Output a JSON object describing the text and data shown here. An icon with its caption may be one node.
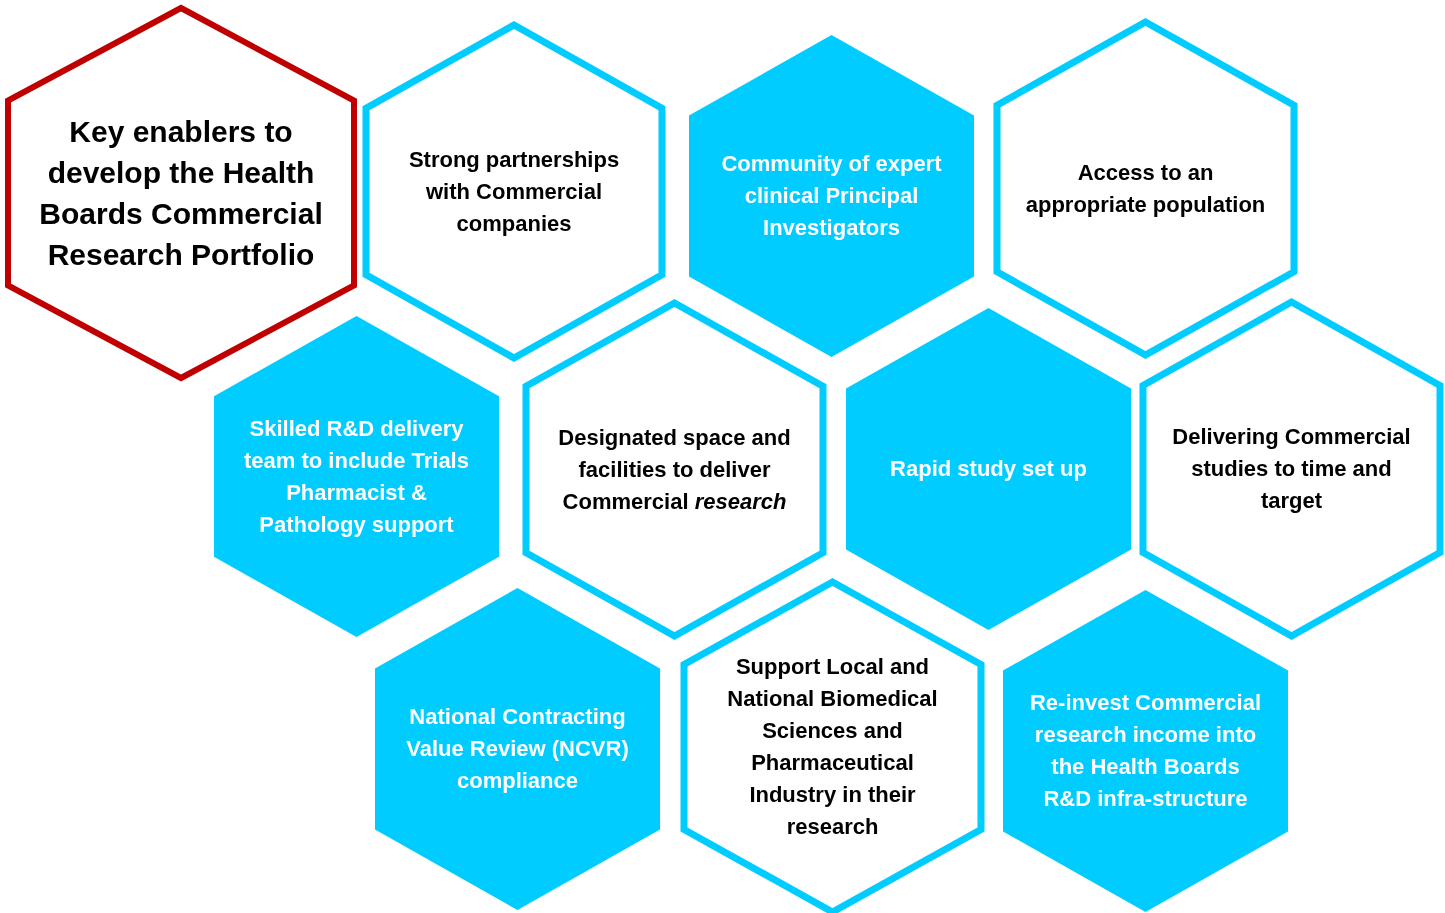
{
  "diagram": {
    "nodes": [
      {
        "text": [
          "Key enablers to develop the Health Boards Commercial Research Portfolio"
        ]
      },
      {
        "text": [
          "Strong partnerships with Commercial companies"
        ]
      },
      {
        "text": [
          "Community of expert clinical Principal Investigators"
        ]
      },
      {
        "text": [
          "Access to an appropriate population"
        ]
      },
      {
        "text": [
          "Skilled R&D delivery team to include Trials Pharmacist & Pathology support"
        ]
      },
      {
        "text": [
          "Designated space and facilities to deliver Commercial *research*"
        ]
      },
      {
        "text": [
          "Rapid study set up"
        ]
      },
      {
        "text": [
          "Delivering Commercial studies to time and target"
        ]
      },
      {
        "text": [
          "National Contracting Value Review (NCVR) compliance"
        ]
      },
      {
        "text": [
          "Support Local and National Biomedical Sciences and Pharmaceutical Industry in their research"
        ]
      },
      {
        "text": [
          "Re-invest Commercial research income into the Health Boards R&D infra-structure"
        ]
      }
    ]
  }
}
